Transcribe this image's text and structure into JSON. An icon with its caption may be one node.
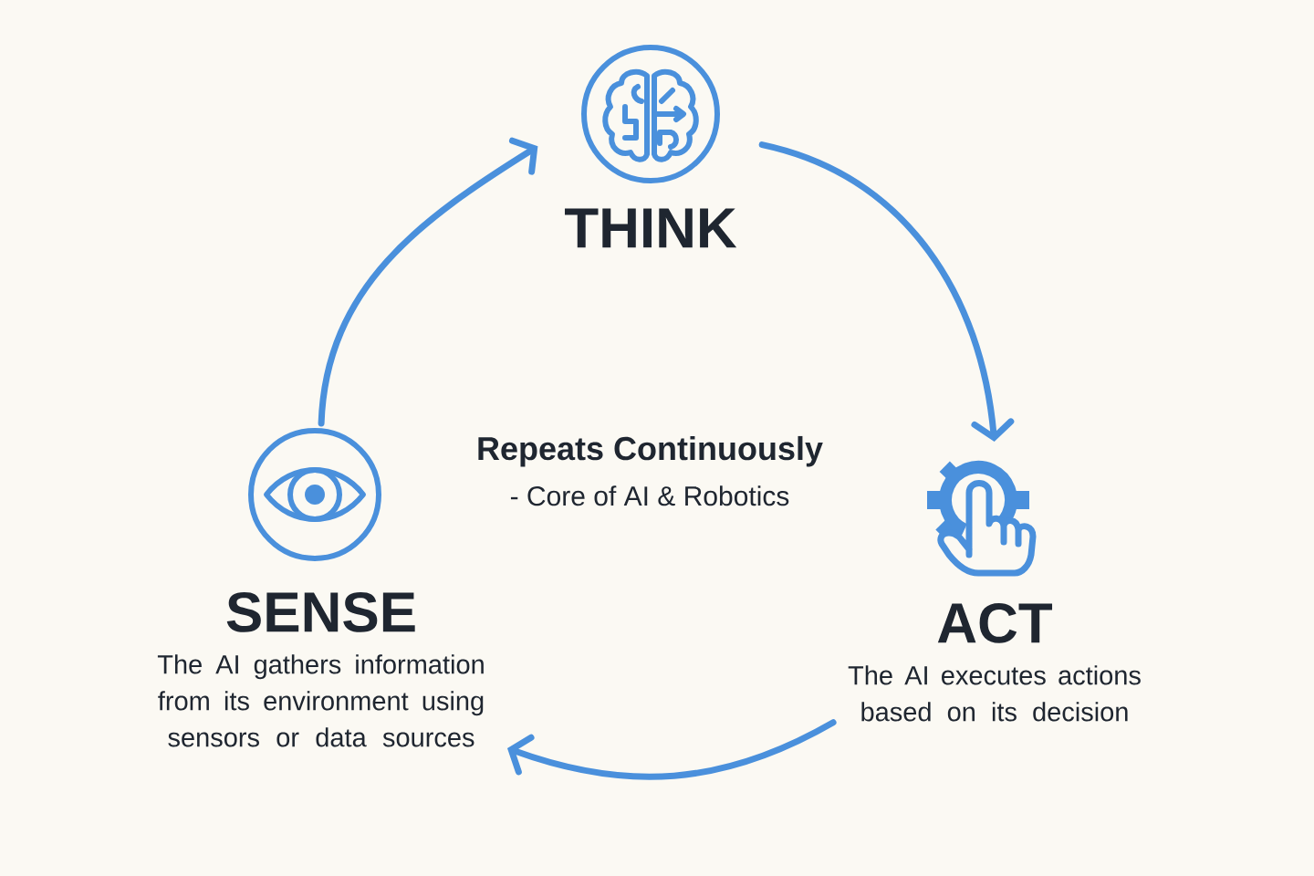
{
  "diagram": {
    "nodes": [
      {
        "text": [
          "THINK"
        ]
      },
      {
        "text": [
          "ACT",
          "The AI executes actions based on its decision"
        ]
      },
      {
        "text": [
          "SENSE",
          "The AI gathers information from its environment using sensors or data sources"
        ]
      }
    ],
    "edges": [
      {
        "from": 2,
        "to": 0,
        "arrow": "to"
      },
      {
        "from": 0,
        "to": 1,
        "arrow": "to"
      },
      {
        "from": 1,
        "to": 2,
        "arrow": "to"
      }
    ],
    "labels": [
      "Repeats Continuously",
      "- Core of AI & Robotics"
    ]
  }
}
